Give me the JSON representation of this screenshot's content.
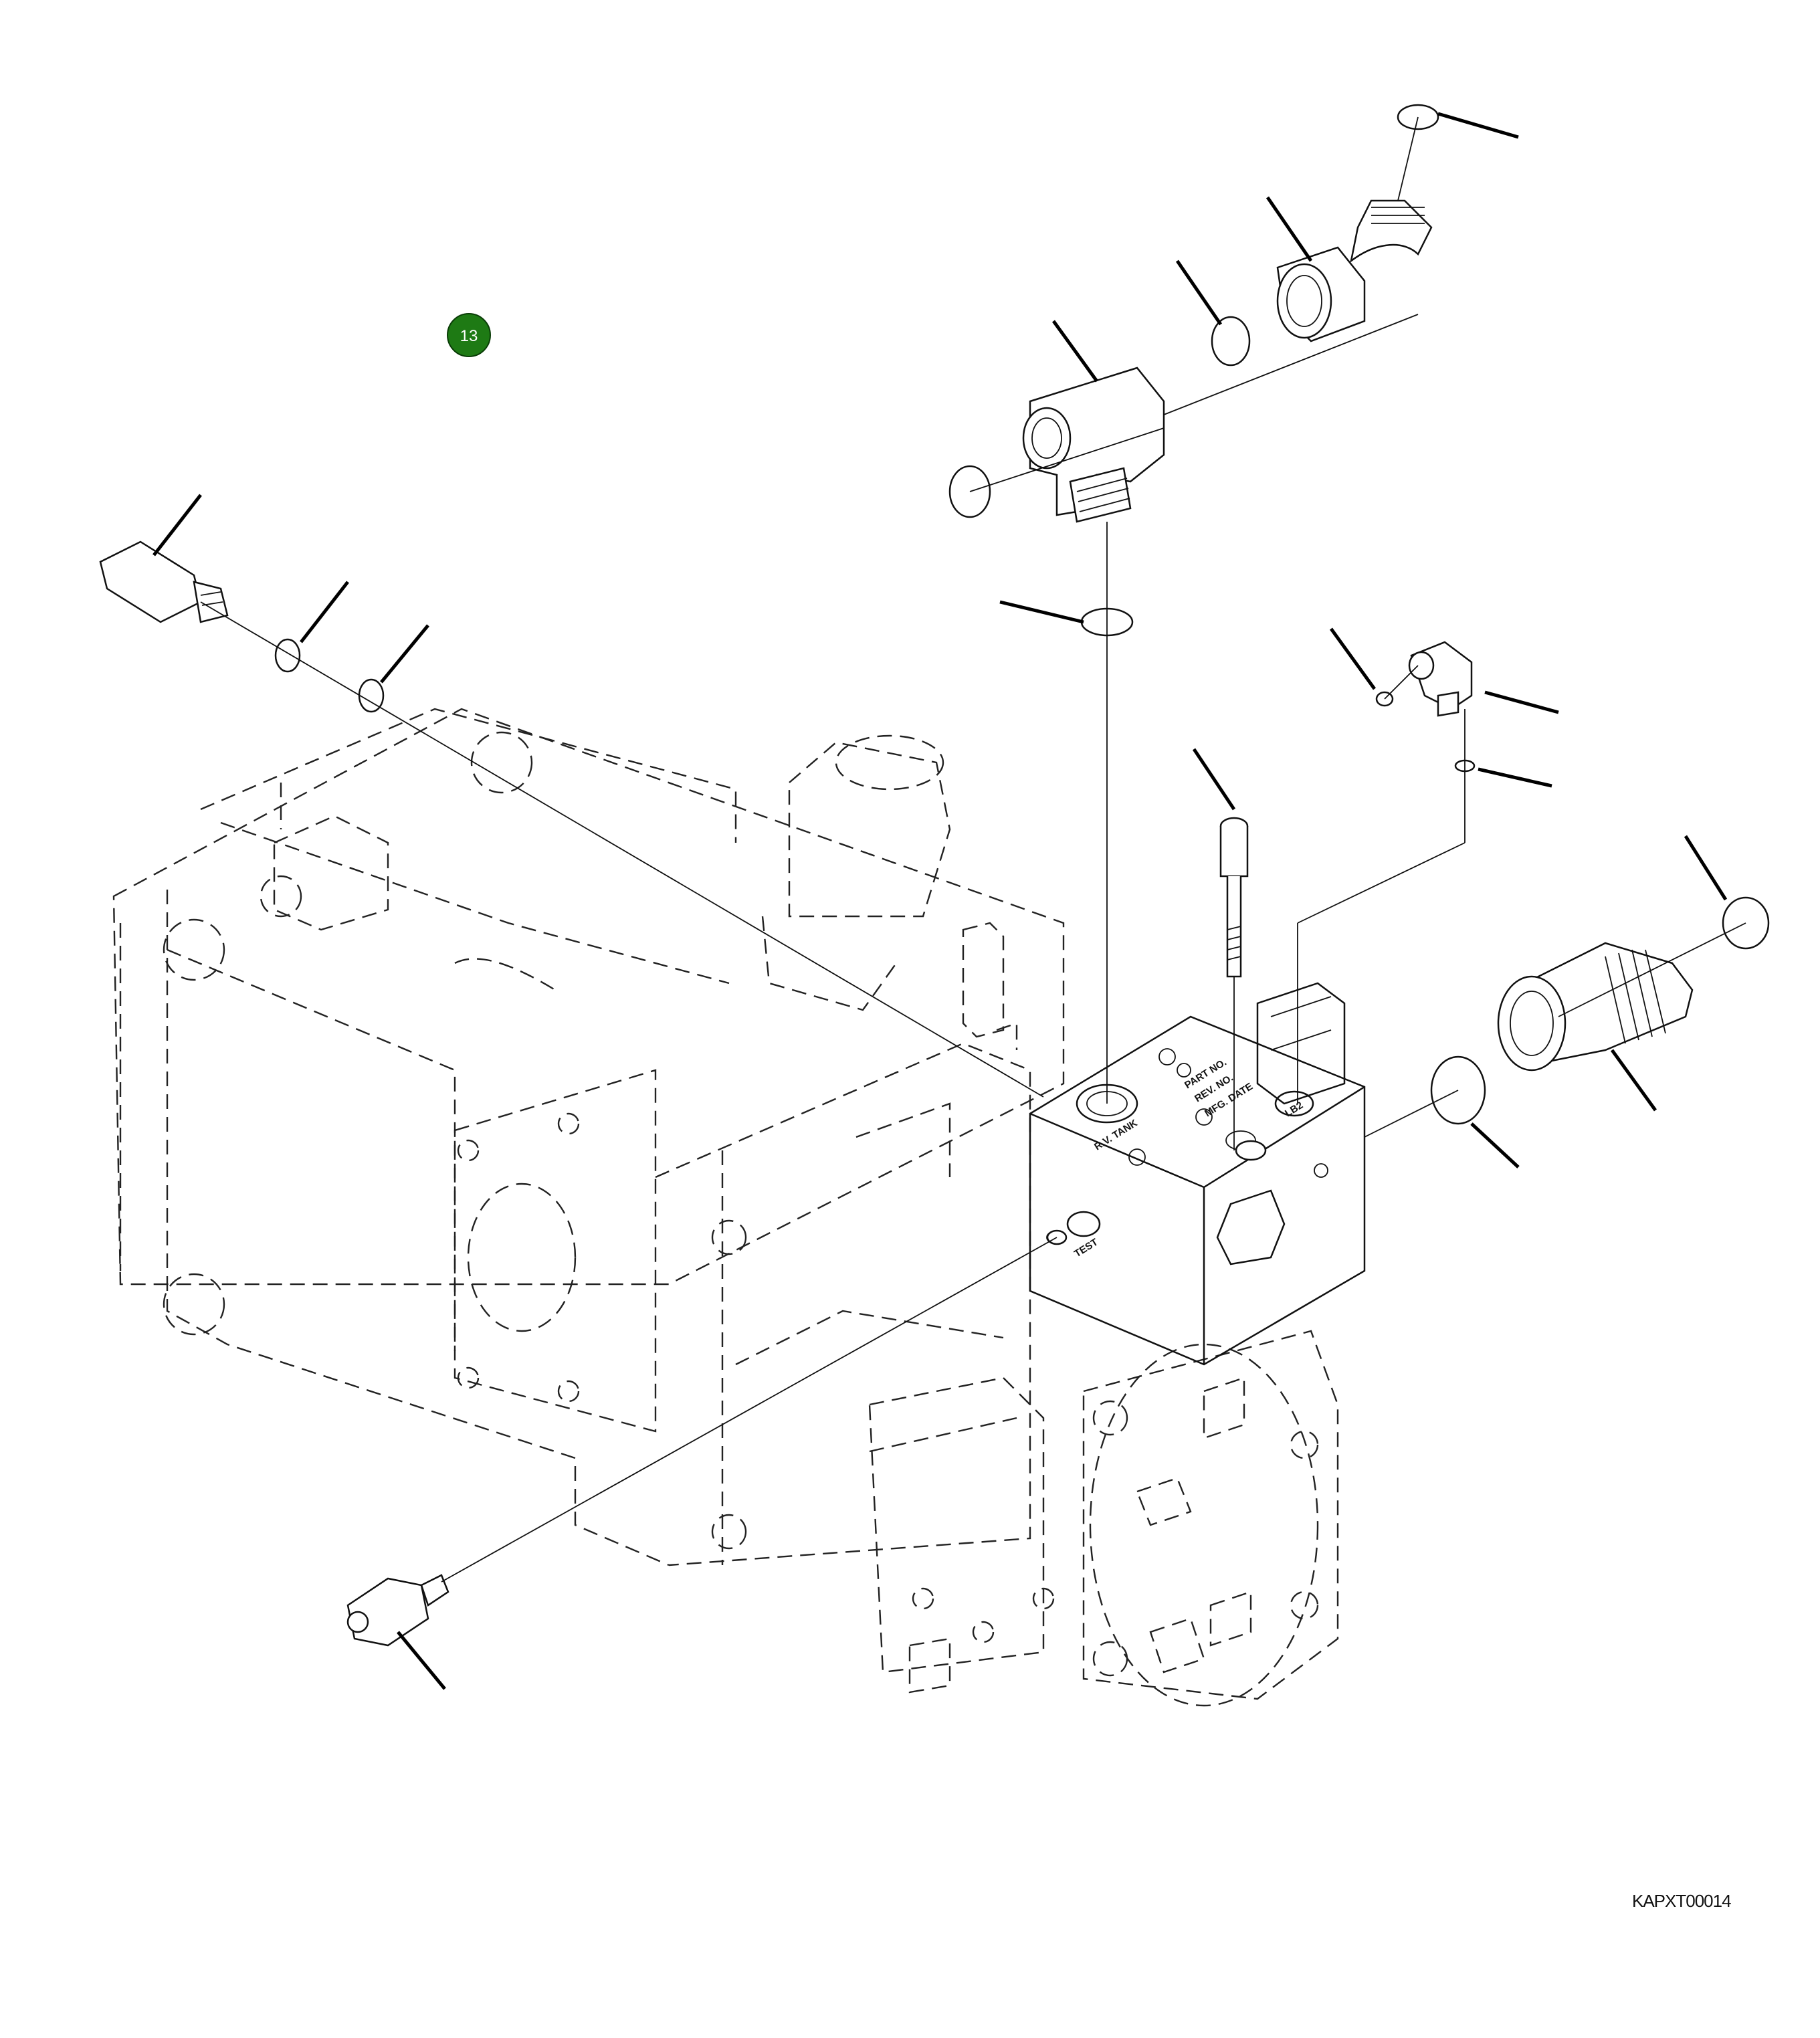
{
  "callout": {
    "number": "13",
    "color": "#1e7a14"
  },
  "block_labels": {
    "part_no": "PART NO.",
    "rev_no": "REV. NO.",
    "mfg_date": "MFG. DATE",
    "port_lb2": "LB2",
    "port_rv_tank": "R.V. TANK",
    "port_test": "TEST"
  },
  "reference_code": "KAPXT00014"
}
